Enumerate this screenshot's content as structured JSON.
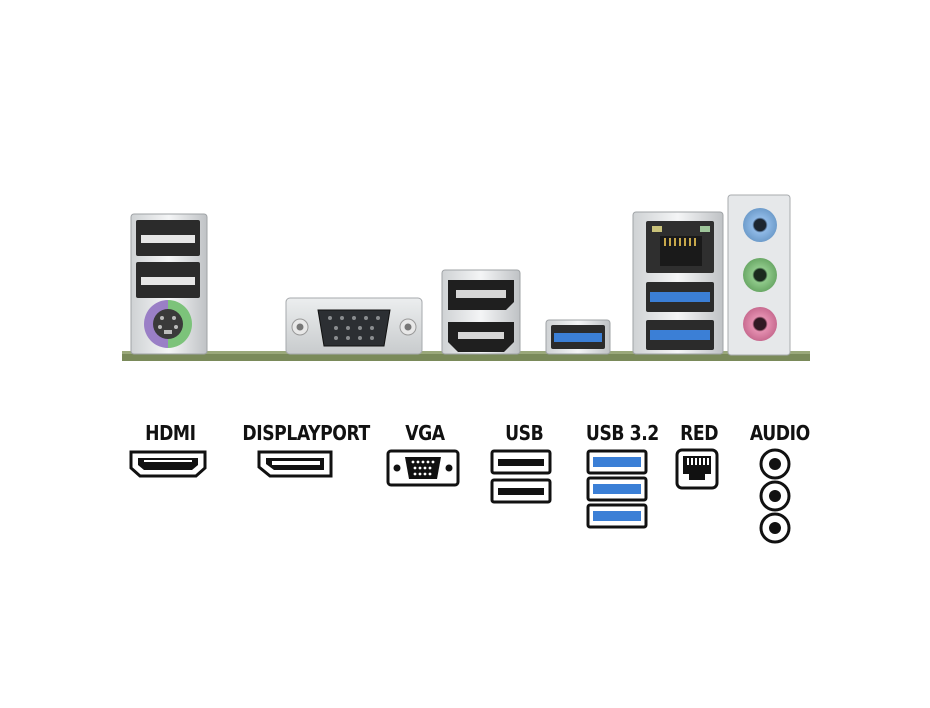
{
  "labels": {
    "hdmi": "HDMI",
    "displayport": "DISPLAYPORT",
    "vga": "VGA",
    "usb": "USB",
    "usb32": "USB 3.2",
    "red": "RED",
    "audio": "AUDIO"
  },
  "colors": {
    "usb3_blue": "#3b7fd6",
    "audio_blue": "#8fb9e6",
    "audio_green": "#8fc98a",
    "audio_pink": "#e48fb0",
    "ps2_purple": "#9a7fc6",
    "ps2_green": "#7cc37a",
    "pcb_green": "#7a8a5a"
  },
  "icons": [
    "hdmi-icon",
    "displayport-icon",
    "vga-icon",
    "usb-icon",
    "usb3-icon",
    "ethernet-icon",
    "audio-jack-icon"
  ]
}
